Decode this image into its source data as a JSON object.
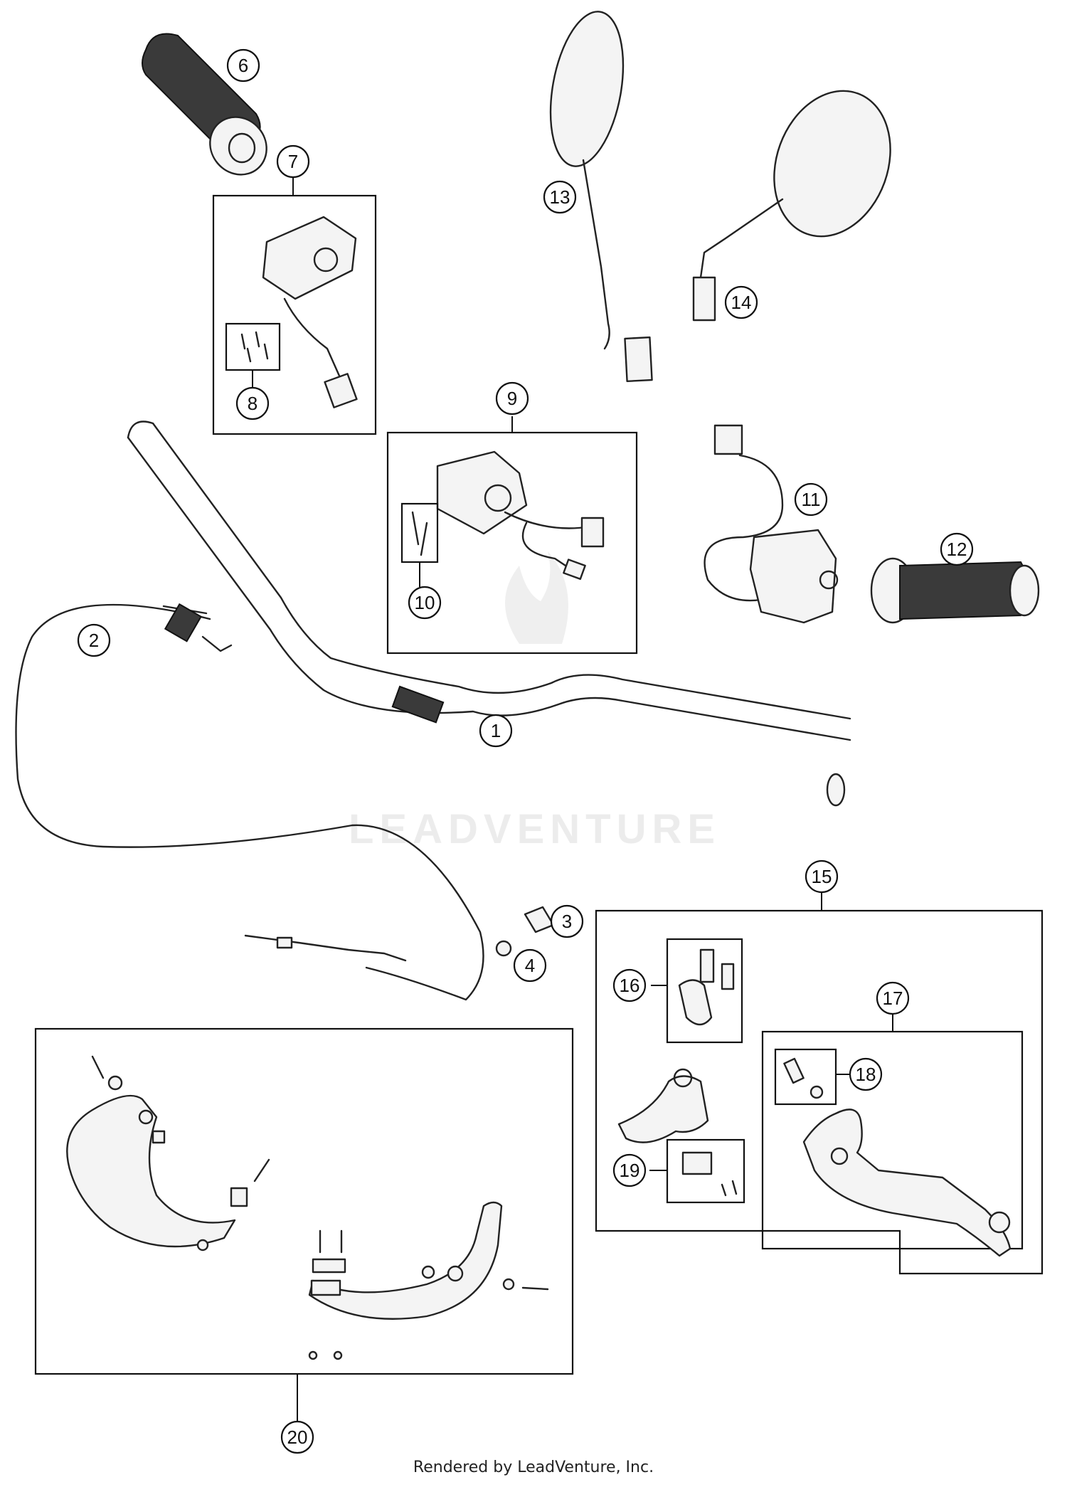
{
  "diagram": {
    "callouts": [
      "1",
      "2",
      "3",
      "4",
      "6",
      "7",
      "8",
      "9",
      "10",
      "11",
      "12",
      "13",
      "14",
      "15",
      "16",
      "17",
      "18",
      "19",
      "20"
    ],
    "watermark": "LEADVENTURE",
    "footer": "Rendered by LeadVenture, Inc."
  }
}
